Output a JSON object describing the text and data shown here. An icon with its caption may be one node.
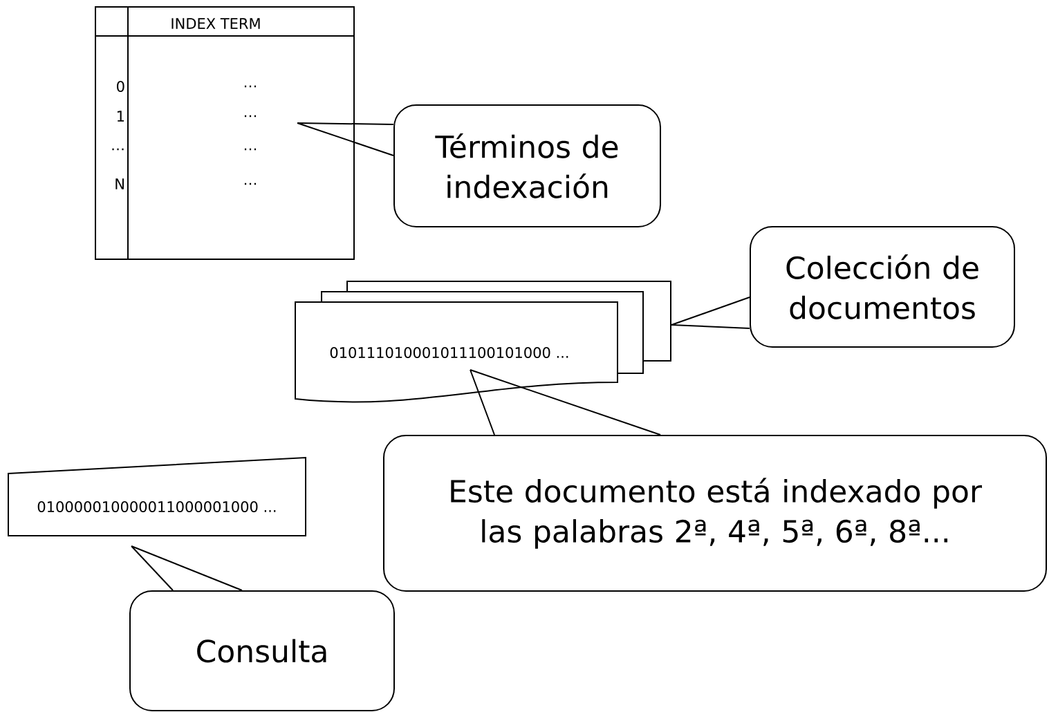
{
  "diagram": {
    "nodes": [
      {
        "text": [
          "INDEX TERM",
          "0",
          "…",
          "1",
          "…",
          "…",
          "…",
          "N",
          "…"
        ]
      },
      {
        "text": [
          "Términos de indexación"
        ]
      },
      {
        "text": [
          "010111010001011100101000 ..."
        ]
      },
      {
        "text": [
          "Colección de documentos"
        ]
      },
      {
        "text": [
          "Este documento está indexado por las palabras 2ª, 4ª, 5ª, 6ª, 8ª..."
        ]
      },
      {
        "text": [
          "010000010000011000001000 ..."
        ]
      },
      {
        "text": [
          "Consulta"
        ]
      }
    ],
    "edges": [
      {
        "from": 1,
        "to": 0,
        "arrow": "none"
      },
      {
        "from": 3,
        "to": 2,
        "arrow": "none"
      },
      {
        "from": 4,
        "to": 2,
        "arrow": "none"
      },
      {
        "from": 6,
        "to": 5,
        "arrow": "none"
      }
    ]
  }
}
